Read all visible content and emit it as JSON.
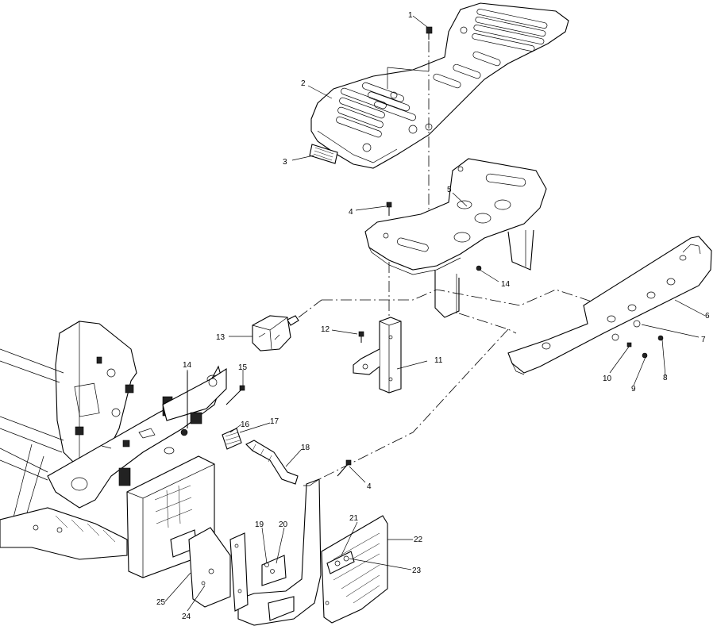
{
  "callouts": [
    {
      "id": "c1",
      "label": "1"
    },
    {
      "id": "c2",
      "label": "2"
    },
    {
      "id": "c3",
      "label": "3"
    },
    {
      "id": "c4a",
      "label": "4"
    },
    {
      "id": "c4b",
      "label": "4"
    },
    {
      "id": "c5",
      "label": "5"
    },
    {
      "id": "c6",
      "label": "6"
    },
    {
      "id": "c7",
      "label": "7"
    },
    {
      "id": "c8",
      "label": "8"
    },
    {
      "id": "c9",
      "label": "9"
    },
    {
      "id": "c10",
      "label": "10"
    },
    {
      "id": "c11",
      "label": "11"
    },
    {
      "id": "c12",
      "label": "12"
    },
    {
      "id": "c13",
      "label": "13"
    },
    {
      "id": "c14a",
      "label": "14"
    },
    {
      "id": "c14b",
      "label": "14"
    },
    {
      "id": "c15",
      "label": "15"
    },
    {
      "id": "c16",
      "label": "16"
    },
    {
      "id": "c17",
      "label": "17"
    },
    {
      "id": "c18",
      "label": "18"
    },
    {
      "id": "c19",
      "label": "19"
    },
    {
      "id": "c20",
      "label": "20"
    },
    {
      "id": "c21",
      "label": "21"
    },
    {
      "id": "c22",
      "label": "22"
    },
    {
      "id": "c23",
      "label": "23"
    },
    {
      "id": "c24",
      "label": "24"
    },
    {
      "id": "c25",
      "label": "25"
    }
  ]
}
